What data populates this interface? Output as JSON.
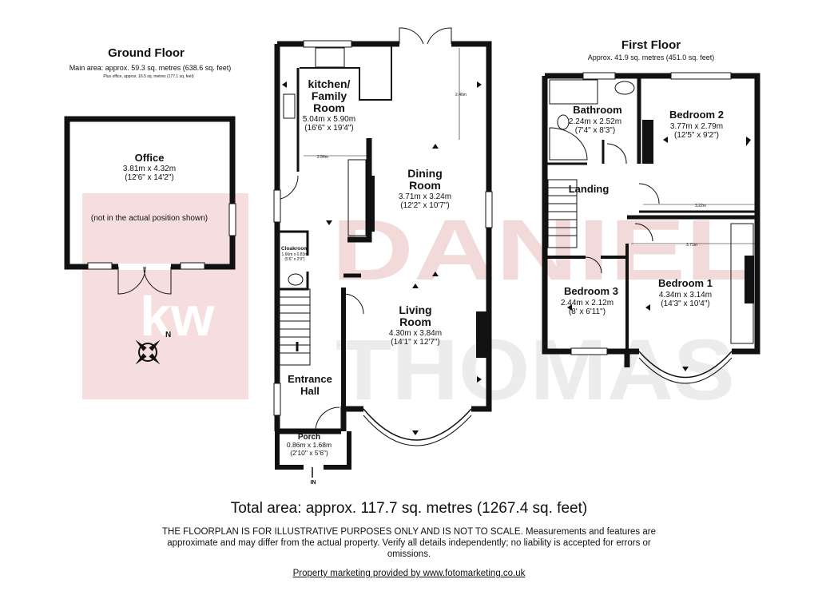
{
  "watermark": {
    "logo_text": "kw",
    "line1": "DANIEL",
    "line2": "THOMAS"
  },
  "ground_floor": {
    "title": "Ground Floor",
    "main_area": "Main area: approx. 59.3 sq. metres (638.6 sq. feet)",
    "plus_office": "Plus office, approx. 16.5 sq. metres (177.1 sq. feet)"
  },
  "first_floor": {
    "title": "First Floor",
    "area": "Approx. 41.9 sq. metres (451.0 sq. feet)"
  },
  "rooms": {
    "office": {
      "name": "Office",
      "metric": "3.81m x 4.32m",
      "imperial": "(12'6\" x 14'2\")",
      "note": "(not in the actual position shown)"
    },
    "kitchen": {
      "name1": "kitchen/",
      "name2": "Family",
      "name3": "Room",
      "metric": "5.04m x 5.90m",
      "imperial": "(16'6\" x 19'4\")"
    },
    "dining": {
      "name1": "Dining",
      "name2": "Room",
      "metric": "3.71m x 3.24m",
      "imperial": "(12'2\" x 10'7\")"
    },
    "living": {
      "name1": "Living",
      "name2": "Room",
      "metric": "4.30m x 3.84m",
      "imperial": "(14'1\" x 12'7\")"
    },
    "cloakroom": {
      "name": "Cloakroom",
      "metric": "1.66m x 0.83m",
      "imperial": "(5'6\" x 2'9\")"
    },
    "entrance": {
      "name1": "Entrance",
      "name2": "Hall"
    },
    "porch": {
      "name": "Porch",
      "metric": "0.86m x 1.68m",
      "imperial": "(2'10\" x 5'6\")"
    },
    "bathroom": {
      "name": "Bathroom",
      "metric": "2.24m x 2.52m",
      "imperial": "(7'4\" x 8'3\")"
    },
    "bedroom2": {
      "name": "Bedroom 2",
      "metric": "3.77m x 2.79m",
      "imperial": "(12'5\" x 9'2\")"
    },
    "landing": {
      "name": "Landing"
    },
    "bedroom3": {
      "name": "Bedroom 3",
      "metric": "2.44m x 2.12m",
      "imperial": "(8' x 6'11\")"
    },
    "bedroom1": {
      "name": "Bedroom 1",
      "metric": "4.34m x 3.14m",
      "imperial": "(14'3\" x 10'4\")"
    }
  },
  "dimension_labels": {
    "kitchen_height": "2.46m",
    "kitchen_width": "2.54m",
    "bed2_width": "3.22m",
    "bed1_width": "3.71m"
  },
  "compass_letter": "N",
  "entrance_marker": "IN",
  "footer": {
    "total_area": "Total area: approx. 117.7 sq. metres (1267.4 sq. feet)",
    "disclaimer": "THE FLOORPLAN IS FOR ILLUSTRATIVE PURPOSES ONLY AND IS NOT TO SCALE. Measurements and features are approximate and may differ from the actual property. Verify all details independently; no liability is accepted for errors or omissions.",
    "credit": "Property marketing provided by www.fotomarketing.co.uk"
  },
  "colors": {
    "wall": "#111111",
    "watermark_red": "#f3dada",
    "watermark_grey": "#ececec"
  }
}
